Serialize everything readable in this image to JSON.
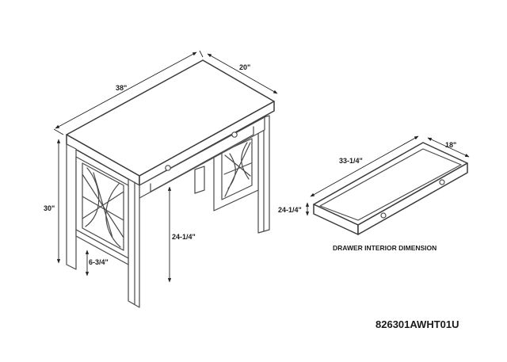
{
  "desk": {
    "width_label": "38\"",
    "depth_label": "20\"",
    "height_label": "30\"",
    "knee_height_label": "24-1/4\"",
    "shelf_height_label": "6-3/4\""
  },
  "drawer": {
    "length_label": "33-1/4\"",
    "depth_label": "18\"",
    "height_label": "24-1/4\"",
    "caption": "DRAWER INTERIOR DIMENSION"
  },
  "product_code": "826301AWHT01U"
}
